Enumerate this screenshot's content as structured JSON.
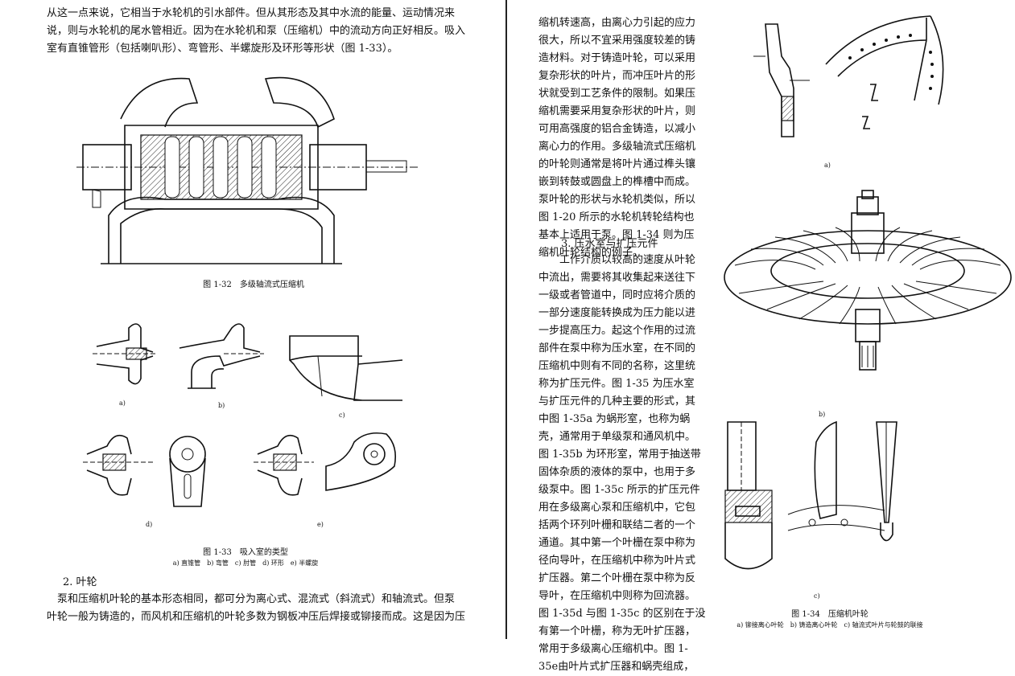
{
  "left": {
    "intro_lines": [
      "从这一点来说，它相当于水轮机的引水部件。但从其形态及其中水流的能量、运动情况来",
      "说，则与水轮机的尾水管相近。因为在水轮机和泵（压缩机）中的流动方向正好相反。吸入",
      "室有直锥管形（包括喇叭形）、弯管形、半螺旋形及环形等形状（图 1-33）。"
    ],
    "fig132_caption": "图 1-32　多级轴流式压缩机",
    "fig133_sub": [
      "a)",
      "b)",
      "c)",
      "d)",
      "e)"
    ],
    "fig133_caption": "图 1-33　吸入室的类型",
    "fig133_legend": "a) 直锥管　b) 弯管　c) 肘管　d) 环形　e) 半螺旋",
    "section_heading": "2. 叶轮",
    "body_lines": [
      "　泵和压缩机叶轮的基本形态相同，都可分为离心式、混流式（斜流式）和轴流式。但泵",
      "叶轮一般为铸造的，而风机和压缩机的叶轮多数为钢板冲压后焊接或铆接而成。这是因为压"
    ]
  },
  "right": {
    "col_lines_1": [
      "缩机转速高，由离心力引起的应力",
      "很大，所以不宜采用强度较差的铸",
      "造材料。对于铸造叶轮，可以采用",
      "复杂形状的叶片，而冲压叶片的形",
      "状就受到工艺条件的限制。如果压",
      "缩机需要采用复杂形状的叶片，则",
      "可用高强度的铝合金铸造，以减小",
      "离心力的作用。多级轴流式压缩机",
      "的叶轮则通常是将叶片通过榫头镶",
      "嵌到转鼓或圆盘上的榫槽中而成。",
      "泵叶轮的形状与水轮机类似，所以",
      "图 1-20 所示的水轮机转轮结构也",
      "基本上适用于泵。图 1-34 则为压",
      "缩机叶轮结构的例子。"
    ],
    "section_heading": "3. 压水室与扩压元件",
    "col_lines_2": [
      "　　工作介质以较高的速度从叶轮",
      "中流出，需要将其收集起来送往下",
      "一级或者管道中，同时应将介质的",
      "一部分速度能转换成为压力能以进",
      "一步提高压力。起这个作用的过流",
      "部件在泵中称为压水室，在不同的",
      "压缩机中则有不同的名称，这里统",
      "称为扩压元件。图 1-35 为压水室",
      "与扩压元件的几种主要的形式，其",
      "中图 1-35a 为蜗形室，也称为蜗",
      "壳，通常用于单级泵和通风机中。",
      "图 1-35b 为环形室，常用于抽送带",
      "固体杂质的液体的泵中，也用于多",
      "级泵中。图 1-35c 所示的扩压元件",
      "用在多级离心泵和压缩机中，它包",
      "括两个环列叶栅和联结二者的一个",
      "通道。其中第一个叶栅在泵中称为",
      "径向导叶，在压缩机中称为叶片式",
      "扩压器。第二个叶栅在泵中称为反",
      "导叶，在压缩机中则称为回流器。",
      "图 1-35d 与图 1-35c 的区别在于没",
      "有第一个叶栅，称为无叶扩压器，",
      "常用于多级离心压缩机中。图 1-",
      "35e由叶片式扩压器和蜗壳组成，"
    ],
    "fig134_sub": [
      "a)",
      "b)",
      "c)"
    ],
    "fig134_caption": "图 1-34　压缩机叶轮",
    "fig134_legend": "a) 铆接离心叶轮　b) 铸造离心叶轮　c) 轴流式叶片与轮鼓的联接"
  }
}
